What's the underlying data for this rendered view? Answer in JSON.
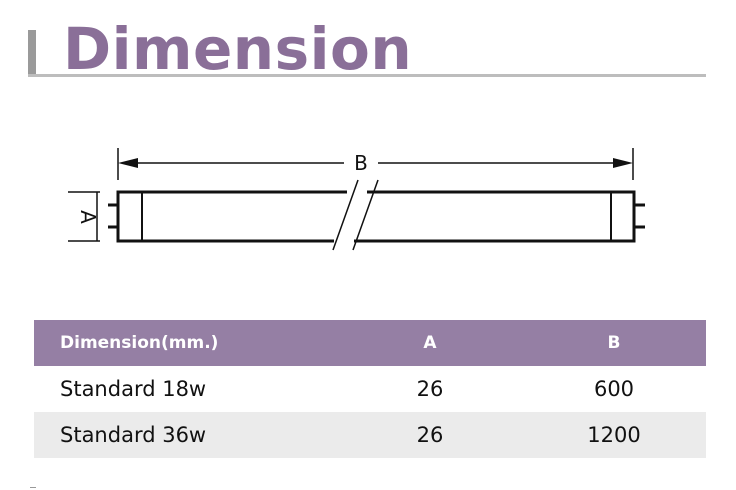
{
  "heading": {
    "title": "Dimension"
  },
  "diagram": {
    "label_a": "A",
    "label_b": "B"
  },
  "table": {
    "headers": [
      "Dimension(mm.)",
      "A",
      "B"
    ],
    "rows": [
      [
        "Standard 18w",
        "26",
        "600"
      ],
      [
        "Standard 36w",
        "26",
        "1200"
      ]
    ]
  },
  "colors": {
    "accent": "#8a6f98",
    "header_bg": "#957fa4",
    "alt_row_bg": "#ebebeb",
    "rule": "#bdbdbd"
  }
}
